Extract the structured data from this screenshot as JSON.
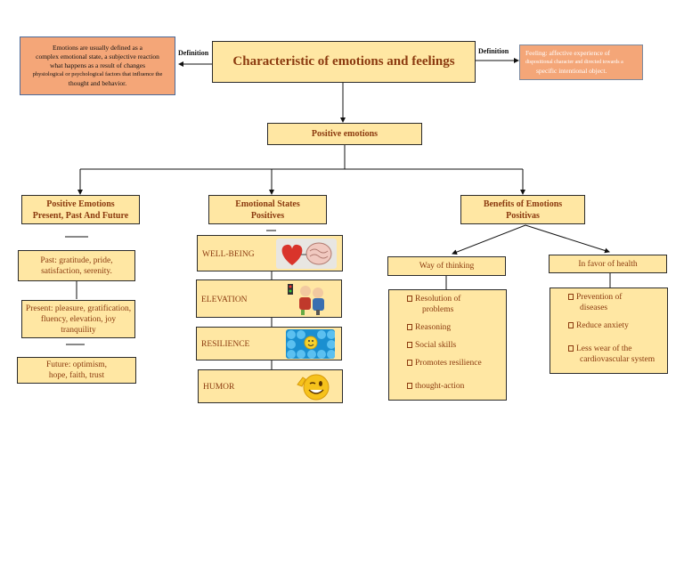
{
  "title": "Characteristic of emotions and feelings",
  "definition_left": {
    "label": "Definition",
    "lines": [
      "Emotions are usually defined as a",
      "complex emotional state, a subjective reaction",
      "what happens as a result of changes",
      "physiological or psychological factors that influence the",
      "thought and behavior."
    ]
  },
  "definition_right": {
    "label": "Definition",
    "lines": [
      "Feeling: affective experience of",
      "dispositional character and directed towards a",
      "specific intentional object."
    ]
  },
  "positive_emotions": "Positive emotions",
  "col1": {
    "header": [
      "Positive Emotions",
      "Present, Past And Future"
    ],
    "past": [
      "Past: gratitude, pride,",
      "satisfaction, serenity."
    ],
    "present": [
      "Present: pleasure, gratification,",
      "fluency, elevation, joy",
      "tranquility"
    ],
    "future": [
      "Future: optimism,",
      "hope, faith, trust"
    ]
  },
  "col2": {
    "header": [
      "Emotional States",
      "Positives"
    ],
    "items": [
      {
        "label": "WELL-BEING",
        "icon": "heart-and-brain-icon"
      },
      {
        "label": "ELEVATION",
        "icon": "elderly-couple-icon"
      },
      {
        "label": "RESILIENCE",
        "icon": "blue-balls-smiley-icon"
      },
      {
        "label": "HUMOR",
        "icon": "winking-smiley-icon"
      }
    ]
  },
  "col3": {
    "header": [
      "Benefits of Emotions",
      "Positivas"
    ],
    "thinking": {
      "title": "Way of thinking",
      "items": [
        [
          "Resolution of",
          "problems"
        ],
        [
          "Reasoning"
        ],
        [
          "Social skills"
        ],
        [
          "Promotes resilience"
        ],
        [
          "thought-action"
        ]
      ]
    },
    "health": {
      "title": "In favor of health",
      "items": [
        [
          "Prevention of",
          "diseases"
        ],
        [
          "Reduce anxiety"
        ],
        [
          "Less wear of the",
          "cardiovascular system"
        ]
      ]
    }
  },
  "colors": {
    "box_fill": "#ffe7a3",
    "definition_fill": "#f4a678",
    "text": "#8b3a0f"
  }
}
